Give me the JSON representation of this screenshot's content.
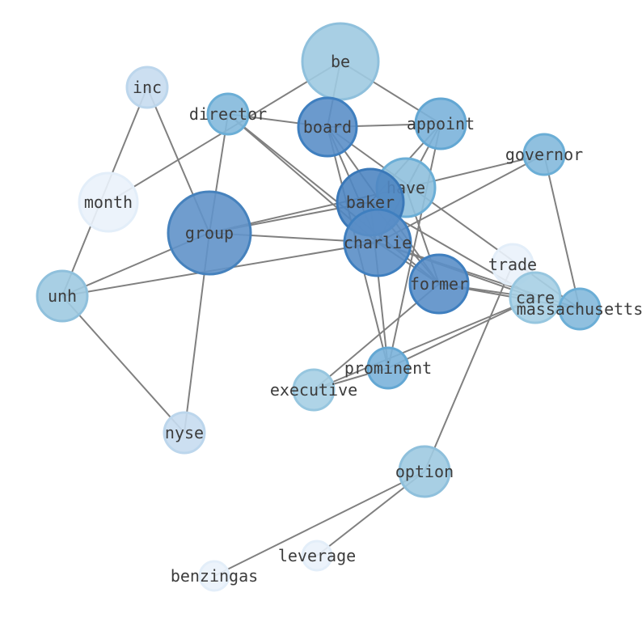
{
  "graph": {
    "nodes": [
      {
        "id": "be",
        "label": "be",
        "fill": "#9ecae1",
        "stroke": "#8fc0dc"
      },
      {
        "id": "inc",
        "label": "inc",
        "fill": "#c6dbef",
        "stroke": "#bcd6ec"
      },
      {
        "id": "director",
        "label": "director",
        "fill": "#84b9dc",
        "stroke": "#6baed6"
      },
      {
        "id": "board",
        "label": "board",
        "fill": "#5b8fc8",
        "stroke": "#3f7fbf"
      },
      {
        "id": "appoint",
        "label": "appoint",
        "fill": "#7bb3da",
        "stroke": "#63a7d3"
      },
      {
        "id": "governor",
        "label": "governor",
        "fill": "#84b9dc",
        "stroke": "#6baed6"
      },
      {
        "id": "have",
        "label": "have",
        "fill": "#8fc0dd",
        "stroke": "#6baed6"
      },
      {
        "id": "month",
        "label": "month",
        "fill": "#eaf2fb",
        "stroke": "#e3eef9"
      },
      {
        "id": "baker",
        "label": "baker",
        "fill": "#4f86c2",
        "stroke": "#3a78b8"
      },
      {
        "id": "group",
        "label": "group",
        "fill": "#6092c9",
        "stroke": "#4682bd"
      },
      {
        "id": "charlie",
        "label": "charlie",
        "fill": "#5a8ec7",
        "stroke": "#3f7fbf"
      },
      {
        "id": "trade",
        "label": "trade",
        "fill": "#eaf2fb",
        "stroke": "#e3eef9"
      },
      {
        "id": "unh",
        "label": "unh",
        "fill": "#9ecae1",
        "stroke": "#8fc0dc"
      },
      {
        "id": "former",
        "label": "former",
        "fill": "#5b8fc8",
        "stroke": "#3f7fbf"
      },
      {
        "id": "care",
        "label": "care",
        "fill": "#a6cfe4",
        "stroke": "#96c6df"
      },
      {
        "id": "massachusetts",
        "label": "massachusetts",
        "fill": "#84b9dc",
        "stroke": "#6baed6"
      },
      {
        "id": "prominent",
        "label": "prominent",
        "fill": "#7bb3da",
        "stroke": "#63a7d3"
      },
      {
        "id": "executive",
        "label": "executive",
        "fill": "#a6cfe4",
        "stroke": "#96c6df"
      },
      {
        "id": "nyse",
        "label": "nyse",
        "fill": "#c6dbef",
        "stroke": "#bcd6ec"
      },
      {
        "id": "option",
        "label": "option",
        "fill": "#9ecae1",
        "stroke": "#8fc0dc"
      },
      {
        "id": "leverage",
        "label": "leverage",
        "fill": "#eaf2fb",
        "stroke": "#e3eef9"
      },
      {
        "id": "benzingas",
        "label": "benzingas",
        "fill": "#eaf2fb",
        "stroke": "#e3eef9"
      }
    ],
    "edges": [
      [
        "be",
        "board"
      ],
      [
        "be",
        "appoint"
      ],
      [
        "be",
        "month"
      ],
      [
        "inc",
        "group"
      ],
      [
        "inc",
        "unh"
      ],
      [
        "director",
        "board"
      ],
      [
        "director",
        "group"
      ],
      [
        "director",
        "charlie"
      ],
      [
        "director",
        "former"
      ],
      [
        "board",
        "appoint"
      ],
      [
        "board",
        "charlie"
      ],
      [
        "board",
        "former"
      ],
      [
        "board",
        "prominent"
      ],
      [
        "board",
        "massachusetts"
      ],
      [
        "appoint",
        "baker"
      ],
      [
        "appoint",
        "charlie"
      ],
      [
        "appoint",
        "prominent"
      ],
      [
        "governor",
        "have"
      ],
      [
        "governor",
        "charlie"
      ],
      [
        "governor",
        "massachusetts"
      ],
      [
        "have",
        "group"
      ],
      [
        "have",
        "former"
      ],
      [
        "baker",
        "group"
      ],
      [
        "baker",
        "former"
      ],
      [
        "baker",
        "care"
      ],
      [
        "baker",
        "prominent"
      ],
      [
        "group",
        "charlie"
      ],
      [
        "group",
        "unh"
      ],
      [
        "group",
        "nyse"
      ],
      [
        "charlie",
        "former"
      ],
      [
        "charlie",
        "care"
      ],
      [
        "charlie",
        "massachusetts"
      ],
      [
        "charlie",
        "unh"
      ],
      [
        "former",
        "care"
      ],
      [
        "former",
        "massachusetts"
      ],
      [
        "trade",
        "option"
      ],
      [
        "unh",
        "nyse"
      ],
      [
        "care",
        "prominent"
      ],
      [
        "care",
        "executive"
      ],
      [
        "prominent",
        "executive"
      ],
      [
        "executive",
        "former"
      ],
      [
        "option",
        "leverage"
      ],
      [
        "option",
        "benzingas"
      ]
    ]
  }
}
